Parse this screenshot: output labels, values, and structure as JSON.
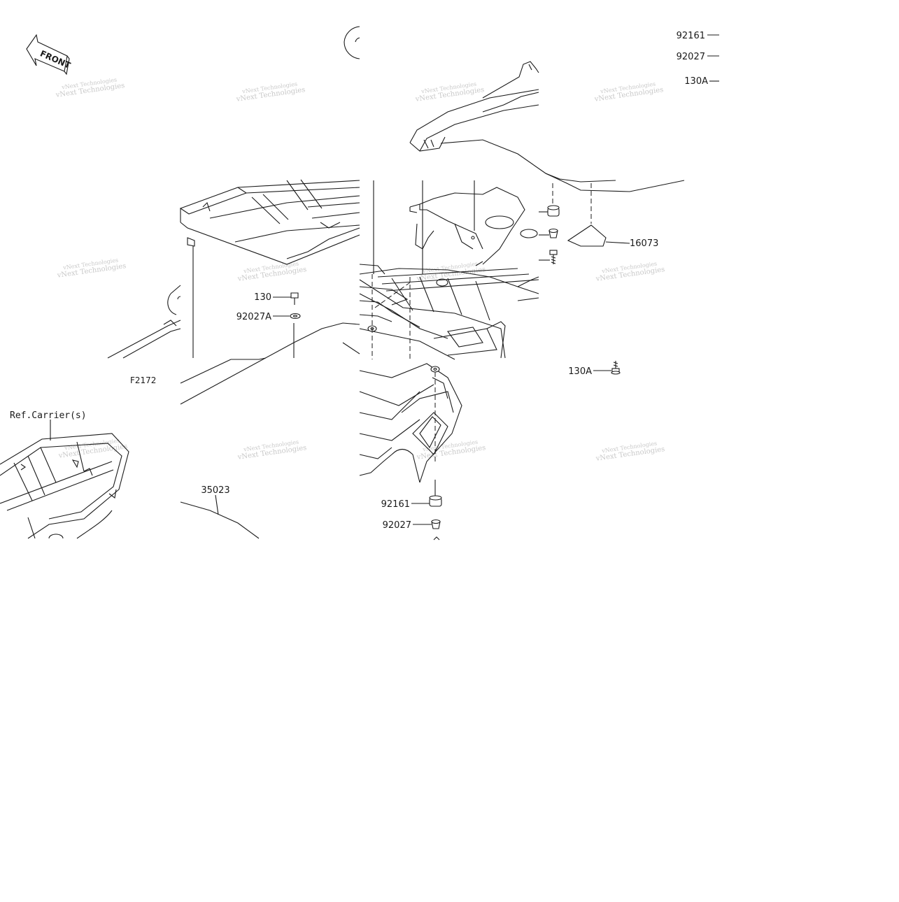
{
  "diagram": {
    "figure_code": "F2172",
    "front_marker": "FRONT",
    "ref_note": "Ref.Carrier(s)",
    "watermark": "vNext Technologies",
    "part_labels": {
      "p92161_top": "92161",
      "p92027_top": "92027",
      "p130A_top": "130A",
      "p16073": "16073",
      "p130": "130",
      "p92027A": "92027A",
      "p130A_mid": "130A",
      "p92161_bot": "92161",
      "p92027_bot": "92027",
      "p35023": "35023"
    }
  }
}
